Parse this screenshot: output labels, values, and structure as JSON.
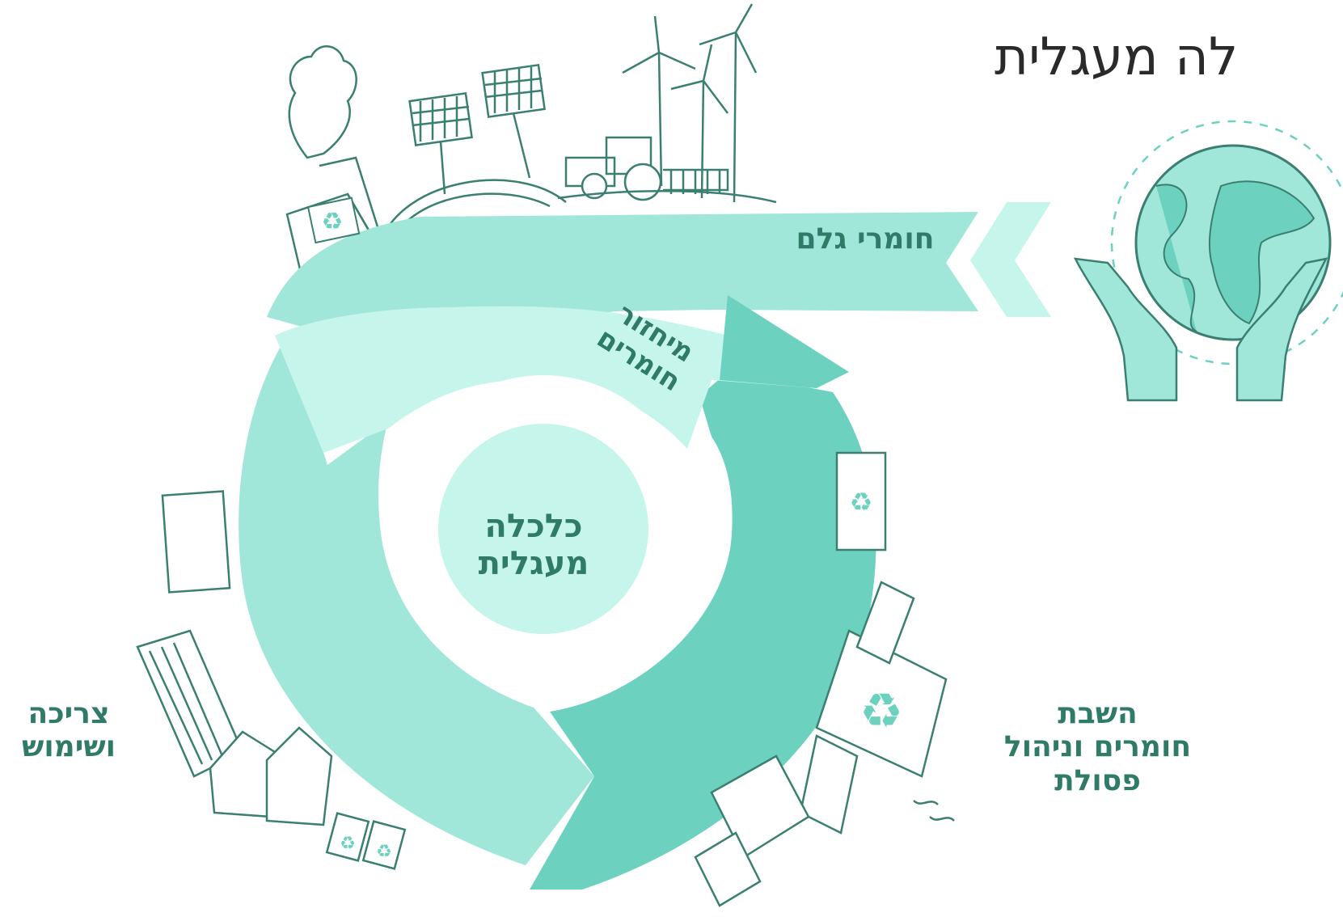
{
  "heading": "לה מעגלית",
  "labels": {
    "raw_materials": "חומרי גלם",
    "recycling_line1": "מיחזור",
    "recycling_line2": "חומרים",
    "center_line1": "כלכלה",
    "center_line2": "מעגלית",
    "consumption_line1": "צריכה",
    "consumption_line2": "ושימוש",
    "waste_line1": "השבת",
    "waste_line2": "חומרים וניהול",
    "waste_line3": "פסולת"
  },
  "colors": {
    "light": "#c6f5ec",
    "mid": "#a0e7da",
    "dark": "#6dd1bf",
    "stroke": "#3a7f70",
    "text": "#2f7b68",
    "heading": "#2a2a2a"
  },
  "icons": [
    "globe-in-hands-icon",
    "recycle-icon",
    "solar-panel-icon",
    "wind-turbine-icon",
    "tractor-icon",
    "truck-icon",
    "factory-icon",
    "house-icon"
  ]
}
